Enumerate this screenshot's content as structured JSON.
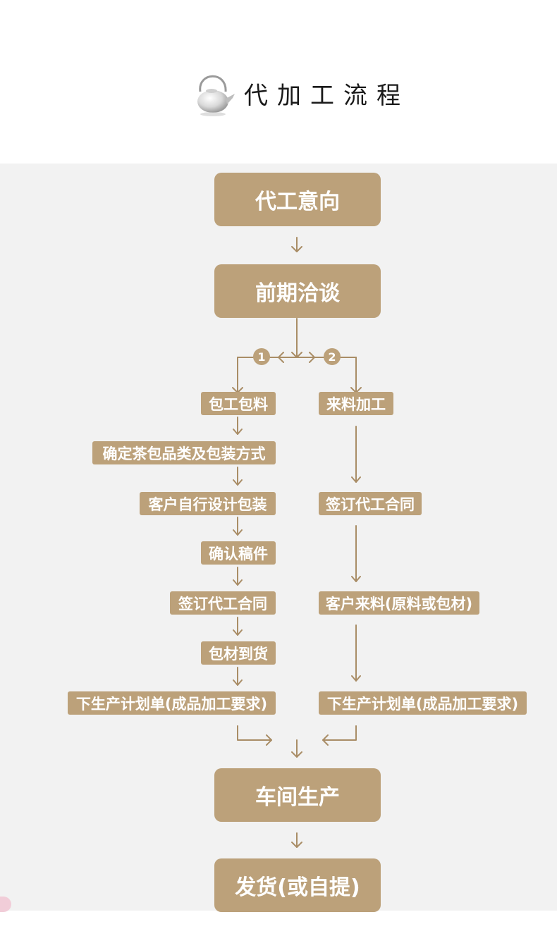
{
  "header": {
    "title": "代加工流程",
    "teapot_icon": "teapot-icon"
  },
  "colors": {
    "box": "#bca17a",
    "line": "#a98d66",
    "panel": "#f2f2f2"
  },
  "flow": {
    "intent": "代工意向",
    "negotiation": "前期洽谈",
    "branch1_number": "1",
    "branch2_number": "2",
    "left": {
      "s1": "包工包料",
      "s2": "确定茶包品类及包装方式",
      "s3": "客户自行设计包装",
      "s4": "确认稿件",
      "s5": "签订代工合同",
      "s6": "包材到货",
      "s7": "下生产计划单(成品加工要求)"
    },
    "right": {
      "s1": "来料加工",
      "s2": "签订代工合同",
      "s3": "客户来料(原料或包材)",
      "s4": "下生产计划单(成品加工要求)"
    },
    "production": "车间生产",
    "shipping": "发货(或自提)"
  }
}
